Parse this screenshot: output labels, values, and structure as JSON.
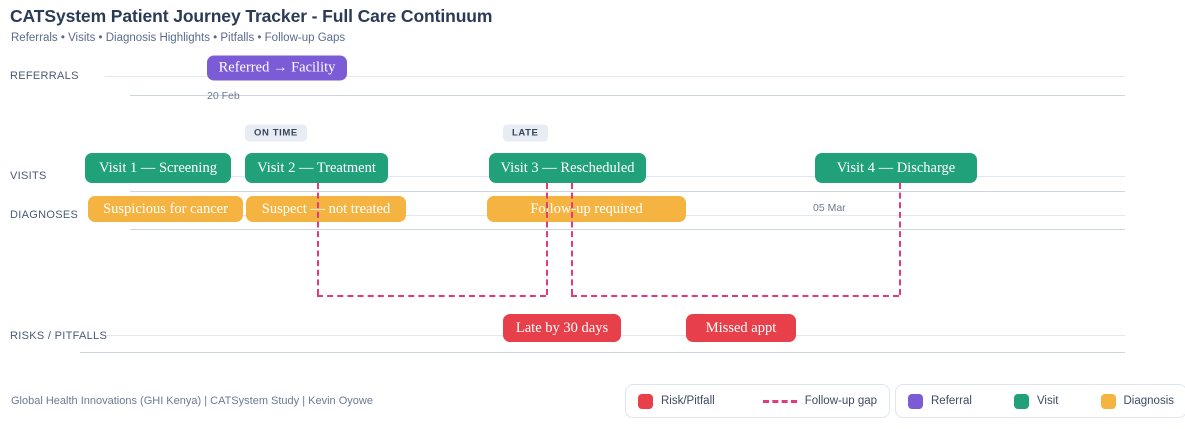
{
  "header": {
    "title": "CATSystem Patient Journey Tracker - Full Care Continuum",
    "subtitle": "Referrals • Visits • Diagnosis Highlights • Pitfalls • Follow-up Gaps"
  },
  "rows": [
    {
      "key": "referrals",
      "label": "REFERRALS"
    },
    {
      "key": "visits",
      "label": "VISITS"
    },
    {
      "key": "diagnoses",
      "label": "DIAGNOSES"
    },
    {
      "key": "risks",
      "label": "RISKS / PITFALLS"
    }
  ],
  "referrals": [
    {
      "label": "Referred → Facility",
      "date": "20 Feb"
    }
  ],
  "visits": [
    {
      "label": "Visit 1 — Screening",
      "status": ""
    },
    {
      "label": "Visit 2 — Treatment",
      "status": "ON TIME"
    },
    {
      "label": "Visit 3 — Rescheduled",
      "status": "LATE"
    },
    {
      "label": "Visit 4 — Discharge",
      "status": "",
      "date": "05 Mar"
    }
  ],
  "diagnoses": [
    {
      "label": "Suspicious for cancer"
    },
    {
      "label": "Suspect — not treated"
    },
    {
      "label": "Follow-up required"
    }
  ],
  "risks": [
    {
      "label": "Late by 30 days"
    },
    {
      "label": "Missed appt"
    }
  ],
  "footer": {
    "text": "Global Health Innovations (GHI Kenya) | CATSystem Study | Kevin Oyowe"
  },
  "legend": {
    "group_one": [
      {
        "type": "swatch",
        "label": "Risk/Pitfall",
        "color": "#e8404a"
      },
      {
        "type": "dash",
        "label": "Follow-up gap",
        "color": "#e2397f"
      }
    ],
    "group_two": [
      {
        "type": "swatch",
        "label": "Referral",
        "color": "#7b5cd6"
      },
      {
        "type": "swatch",
        "label": "Visit",
        "color": "#21a179"
      },
      {
        "type": "swatch",
        "label": "Diagnosis",
        "color": "#f5b341"
      }
    ]
  },
  "colors": {
    "referral": "#7b5cd6",
    "visit": "#21a179",
    "diagnosis": "#f5b341",
    "risk": "#e8404a",
    "gap": "#e2397f",
    "rule": "#e3e8ef",
    "rule_strong": "#ccd5e0"
  }
}
